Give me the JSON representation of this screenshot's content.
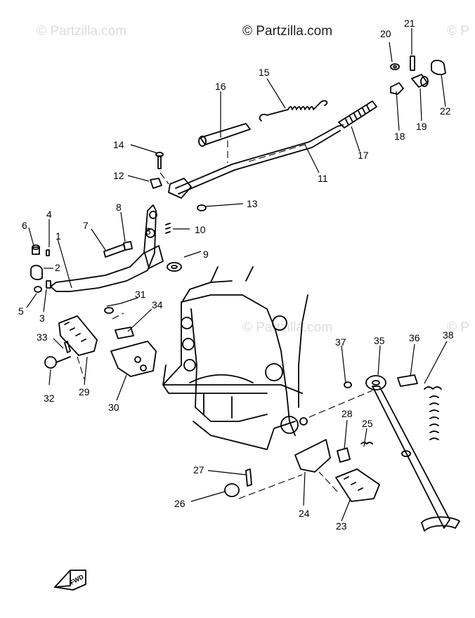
{
  "watermarks": {
    "main": "© Partzilla.com",
    "faint": "© Partzilla.com",
    "faint_short": "© P"
  },
  "callouts": [
    "1",
    "2",
    "3",
    "3",
    "4",
    "5",
    "6",
    "7",
    "8",
    "9",
    "10",
    "11",
    "12",
    "13",
    "14",
    "15",
    "16",
    "17",
    "18",
    "19",
    "20",
    "21",
    "22",
    "23",
    "24",
    "25",
    "26",
    "27",
    "28",
    "29",
    "30",
    "31",
    "32",
    "33",
    "34",
    "35",
    "36",
    "37",
    "38"
  ],
  "fwd_label": "FWD"
}
